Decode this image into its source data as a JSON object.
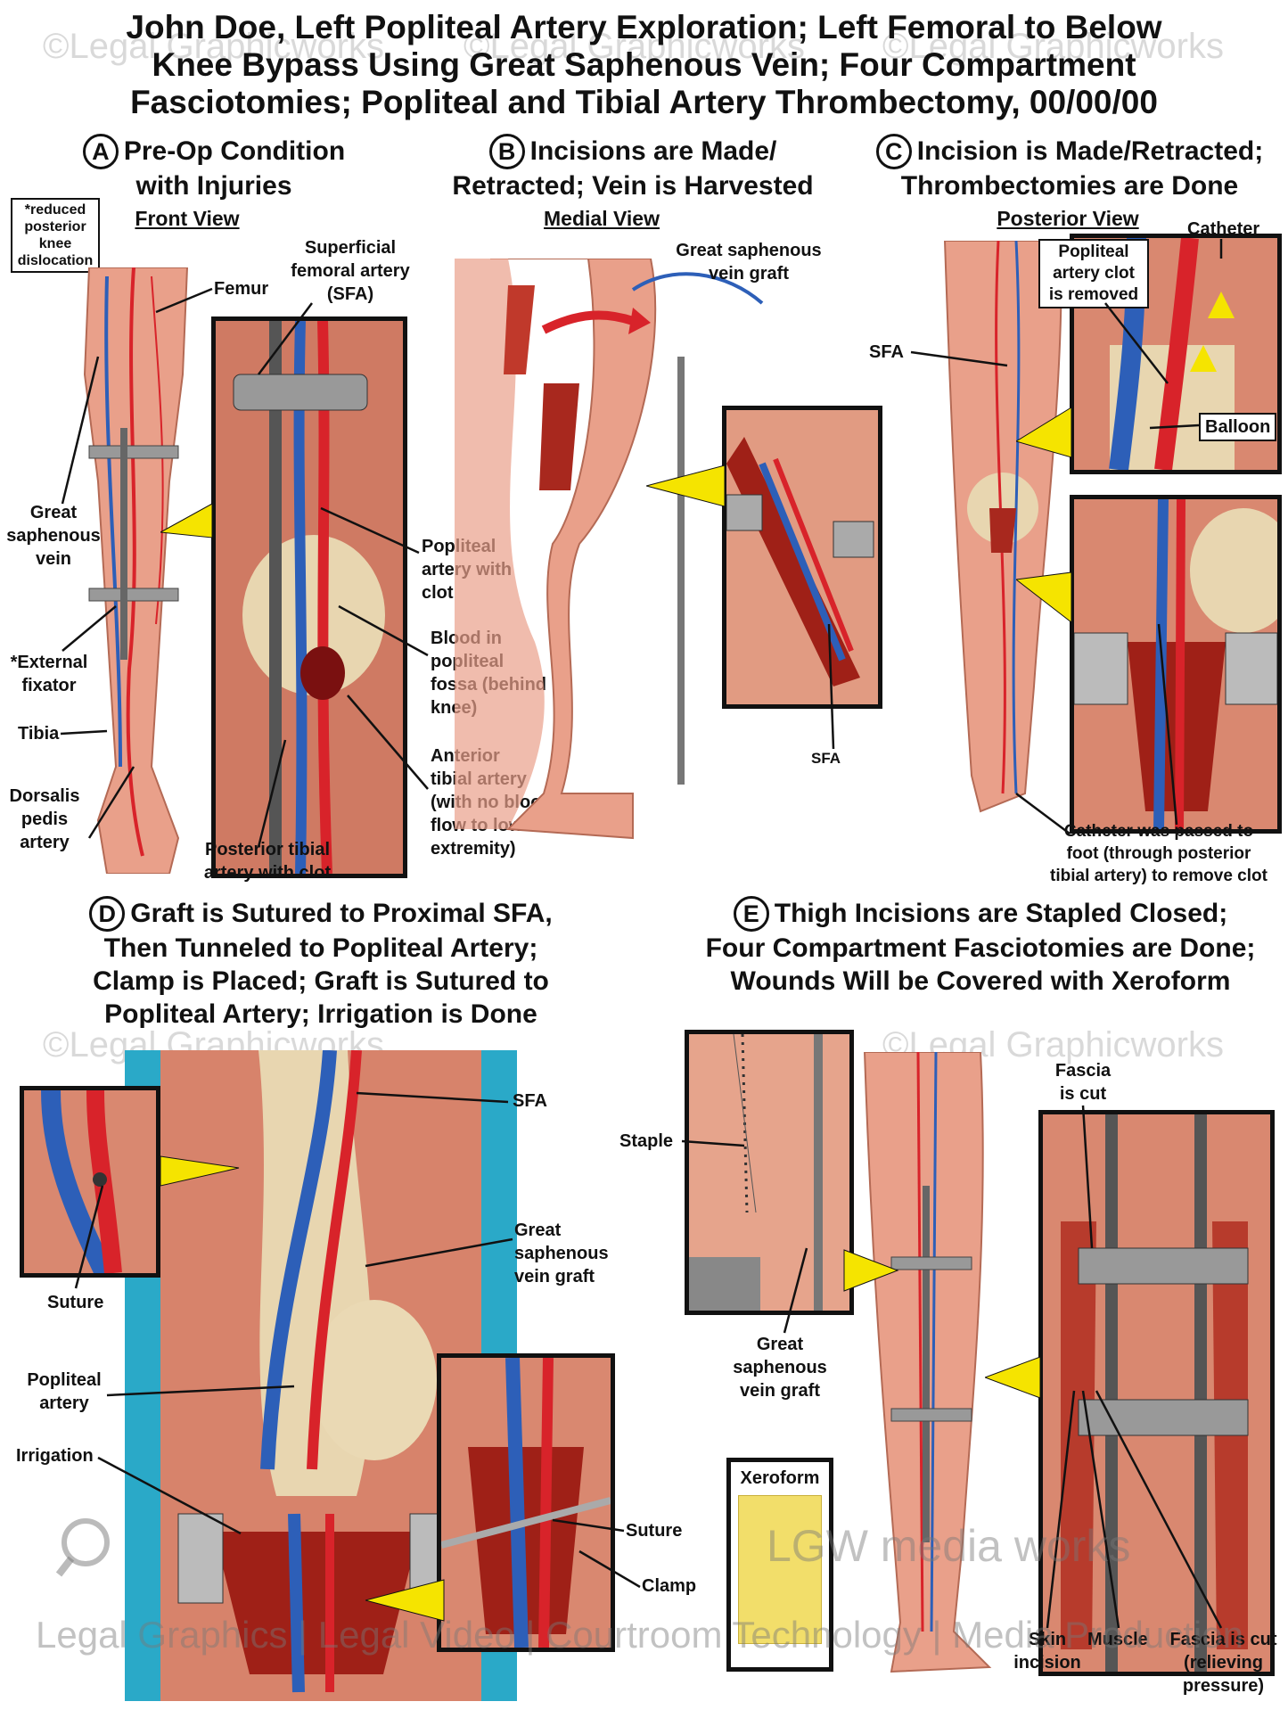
{
  "title": {
    "line1": "John Doe, Left Popliteal Artery Exploration; Left Femoral to Below",
    "line2": "Knee Bypass Using Great Saphenous Vein; Four Compartment",
    "line3": "Fasciotomies; Popliteal and Tibial Artery Thrombectomy, 00/00/00"
  },
  "panels": {
    "a": {
      "letter": "A",
      "heading_line1": "Pre-Op Condition",
      "heading_line2": "with Injuries",
      "view": "Front View",
      "note": [
        "*reduced",
        "posterior",
        "knee",
        "dislocation"
      ],
      "labels": {
        "femur": "Femur",
        "sfa": [
          "Superficial",
          "femoral artery",
          "(SFA)"
        ],
        "gsv": [
          "Great",
          "saphenous",
          "vein"
        ],
        "fixator": [
          "*External",
          "fixator"
        ],
        "tibia": "Tibia",
        "dorsalis": [
          "Dorsalis",
          "pedis",
          "artery"
        ],
        "popliteal_clot": [
          "Popliteal",
          "artery with",
          "clot"
        ],
        "blood": [
          "Blood in",
          "popliteal",
          "fossa (behind",
          "knee)"
        ],
        "anterior_tibial": [
          "Anterior",
          "tibial artery",
          "(with no blood",
          "flow to lower",
          "extremity)"
        ],
        "posterior_tibial": [
          "Posterior tibial",
          "artery with clot"
        ]
      }
    },
    "b": {
      "letter": "B",
      "heading_line1": "Incisions are Made/",
      "heading_line2": "Retracted; Vein is Harvested",
      "view": "Medial View",
      "labels": {
        "graft": [
          "Great saphenous",
          "vein graft"
        ],
        "sfa": "SFA"
      }
    },
    "c": {
      "letter": "C",
      "heading_line1": "Incision is Made/Retracted;",
      "heading_line2": "Thrombectomies are Done",
      "view": "Posterior View",
      "labels": {
        "catheter": "Catheter",
        "clot_removed": [
          "Popliteal",
          "artery clot",
          "is removed"
        ],
        "sfa": "SFA",
        "balloon": "Balloon",
        "catheter_passed": [
          "Catheter was passed to",
          "foot (through posterior",
          "tibial artery) to remove clot"
        ]
      }
    },
    "d": {
      "letter": "D",
      "heading": [
        "Graft is Sutured to Proximal SFA,",
        "Then Tunneled to Popliteal Artery;",
        "Clamp is Placed; Graft is Sutured to",
        "Popliteal Artery; Irrigation is Done"
      ],
      "labels": {
        "sfa": "SFA",
        "graft": [
          "Great",
          "saphenous",
          "vein graft"
        ],
        "suture1": "Suture",
        "popliteal": [
          "Popliteal",
          "artery"
        ],
        "irrigation": "Irrigation",
        "suture2": "Suture",
        "clamp": "Clamp"
      }
    },
    "e": {
      "letter": "E",
      "heading": [
        "Thigh Incisions are Stapled Closed;",
        "Four Compartment Fasciotomies are Done;",
        "Wounds Will be Covered with Xeroform"
      ],
      "labels": {
        "fascia_cut_top": [
          "Fascia",
          "is cut"
        ],
        "staple": "Staple",
        "graft": [
          "Great",
          "saphenous",
          "vein graft"
        ],
        "xeroform": "Xeroform",
        "skin": [
          "Skin",
          "incision"
        ],
        "muscle": "Muscle",
        "fascia_cut_bottom": [
          "Fascia is cut",
          "(relieving",
          "pressure)"
        ]
      }
    }
  },
  "watermark": "©Legal Graphicworks",
  "brand": "LGW media works",
  "footer": "Legal Graphics | Legal Video | Courtroom Technology | Media Production",
  "colors": {
    "artery": "#d8232a",
    "vein": "#2d5fb8",
    "skin": "#e9a08a",
    "teal": "#2aa9c8",
    "callout": "#f5e400"
  }
}
